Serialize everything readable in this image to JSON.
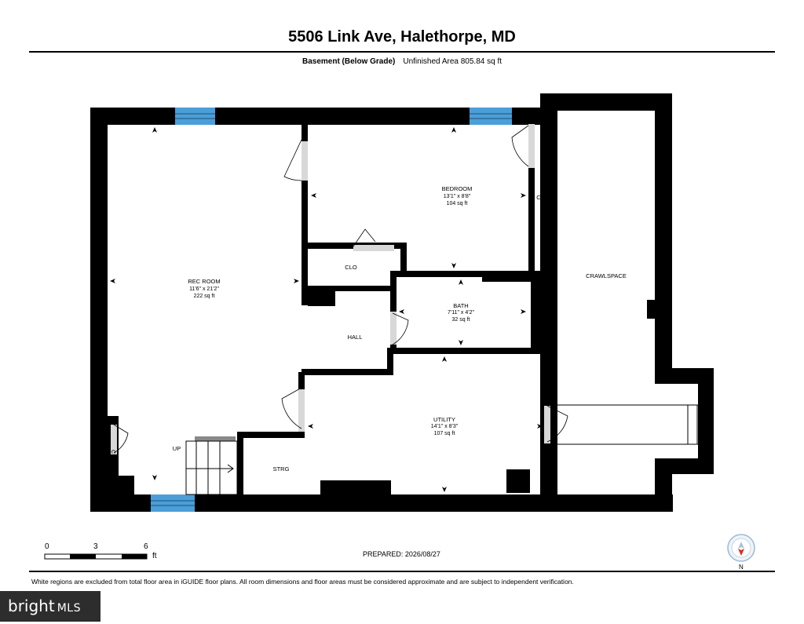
{
  "header": {
    "title": "5506 Link Ave, Halethorpe, MD",
    "floor_name": "Basement (Below Grade)",
    "area_text": "Unfinished Area 805.84 sq ft"
  },
  "rooms": {
    "rec_room": {
      "name": "REC ROOM",
      "dims": "11'6\" x 21'2\"",
      "area": "222 sq ft"
    },
    "bedroom": {
      "name": "BEDROOM",
      "dims": "13'1\" x 8'8\"",
      "area": "104 sq ft"
    },
    "bath": {
      "name": "BATH",
      "dims": "7'11\" x 4'2\"",
      "area": "32 sq ft"
    },
    "utility": {
      "name": "UTILITY",
      "dims": "14'1\" x 8'3\"",
      "area": "107 sq ft"
    },
    "clo": {
      "name": "CLO"
    },
    "hall": {
      "name": "HALL"
    },
    "strg": {
      "name": "STRG"
    },
    "crawlspace": {
      "name": "CRAWLSPACE"
    },
    "closet": {
      "name": "CLOSET"
    },
    "c": {
      "name": "C"
    },
    "up": {
      "name": "UP"
    }
  },
  "scale": {
    "ticks": [
      "0",
      "3",
      "6"
    ],
    "unit": "ft"
  },
  "prepared": "PREPARED: 2026/08/27",
  "compass": {
    "label": "N"
  },
  "disclaimer": "White regions are excluded from total floor area in iGUIDE floor plans. All room dimensions and floor areas must be considered approximate and are subject to independent verification.",
  "logo": {
    "text": "bright",
    "suffix": "MLS"
  },
  "colors": {
    "wall": "#000000",
    "window": "#4a9fd8",
    "door": "#d8d8d8"
  }
}
